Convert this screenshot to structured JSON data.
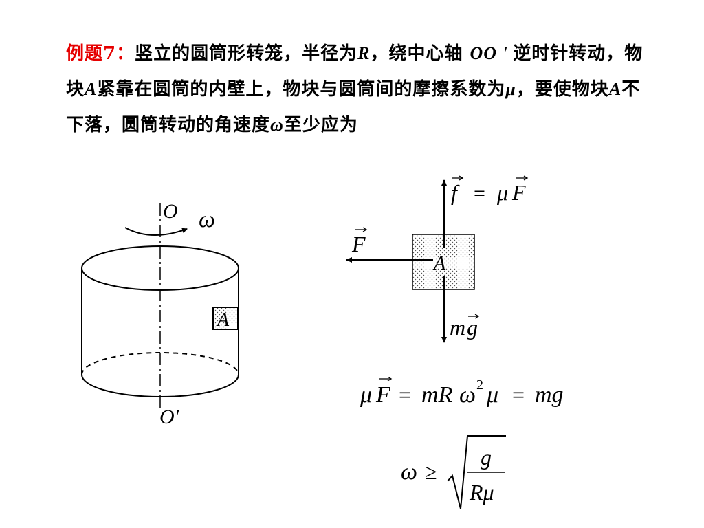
{
  "problem": {
    "label": "例题7：",
    "segments": [
      "竖立的圆筒形转笼，半径为",
      "R",
      "，绕中心轴 ",
      "OO ' ",
      "逆时针转动，物块",
      "A",
      "紧靠在圆筒的内壁上，物块与圆筒间的摩擦系数为",
      "μ",
      "，要使物块",
      "A",
      "不下落，圆筒转动的角速度",
      "ω",
      "至少应为"
    ]
  },
  "cylinder": {
    "axis_top_label": "O",
    "axis_bottom_label": "O'",
    "omega_label": "ω",
    "block_label": "A"
  },
  "force_diagram": {
    "block_label": "A",
    "friction_lhs": "f",
    "friction_eq": "=",
    "friction_rhs_mu": "μ",
    "friction_rhs_F": "F",
    "normal_force": "F",
    "gravity_m": "m",
    "gravity_g": "g"
  },
  "equations": {
    "eq1": [
      "μ",
      "F",
      "=",
      "mR",
      "ω",
      "2",
      "μ",
      "=",
      "mg"
    ],
    "ineq": {
      "lhs": "ω",
      "rel": "≥",
      "num": "g",
      "den": "Rμ"
    }
  }
}
